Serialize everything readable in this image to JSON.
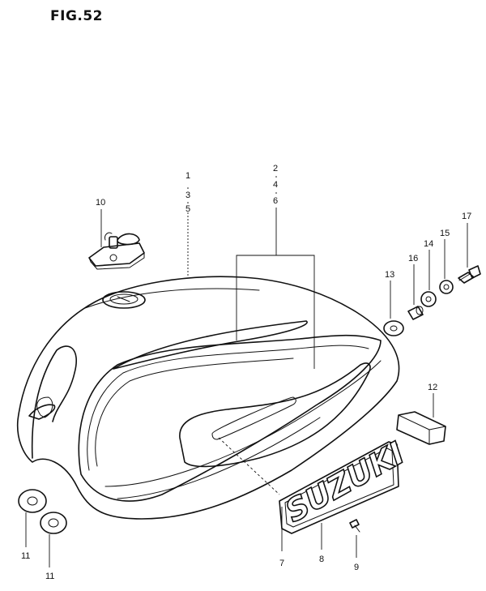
{
  "figure": {
    "title": "FIG.52"
  },
  "callouts": {
    "c1": "1",
    "c3": "3",
    "c5": "5",
    "c2": "2",
    "c4": "4",
    "c6": "6",
    "c10": "10",
    "c17": "17",
    "c15": "15",
    "c14": "14",
    "c16": "16",
    "c13": "13",
    "c12": "12",
    "c7": "7",
    "c8": "8",
    "c9": "9",
    "c11a": "11",
    "c11b": "11"
  },
  "emblem": {
    "text": "SUZUKI"
  }
}
